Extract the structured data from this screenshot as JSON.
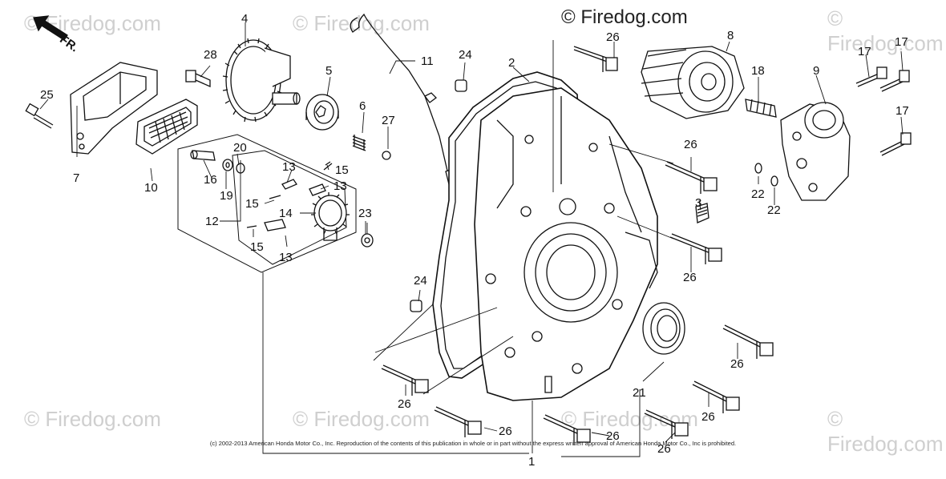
{
  "watermarks": {
    "top_center": "© Firedog.com",
    "corner": "© Firedog.com"
  },
  "direction_label": "FR.",
  "callouts": {
    "c1": "1",
    "c2": "2",
    "c3": "3",
    "c4": "4",
    "c5": "5",
    "c6": "6",
    "c7": "7",
    "c8": "8",
    "c9": "9",
    "c10": "10",
    "c11": "11",
    "c12": "12",
    "c13a": "13",
    "c13b": "13",
    "c13c": "13",
    "c14": "14",
    "c15a": "15",
    "c15b": "15",
    "c15c": "15",
    "c16": "16",
    "c17a": "17",
    "c17b": "17",
    "c17c": "17",
    "c18": "18",
    "c19": "19",
    "c20": "20",
    "c21": "21",
    "c22a": "22",
    "c22b": "22",
    "c23": "23",
    "c24a": "24",
    "c24b": "24",
    "c25": "25",
    "c26a": "26",
    "c26b": "26",
    "c26c": "26",
    "c26d": "26",
    "c26e": "26",
    "c26f": "26",
    "c26g": "26",
    "c26h": "26",
    "c26i": "26",
    "c27": "27",
    "c28": "28"
  },
  "copyright": "(c) 2002-2013 American Honda Motor Co., Inc. Reproduction of the contents of this publication in whole or in part without the express written approval of American Honda Motor Co., Inc is prohibited."
}
